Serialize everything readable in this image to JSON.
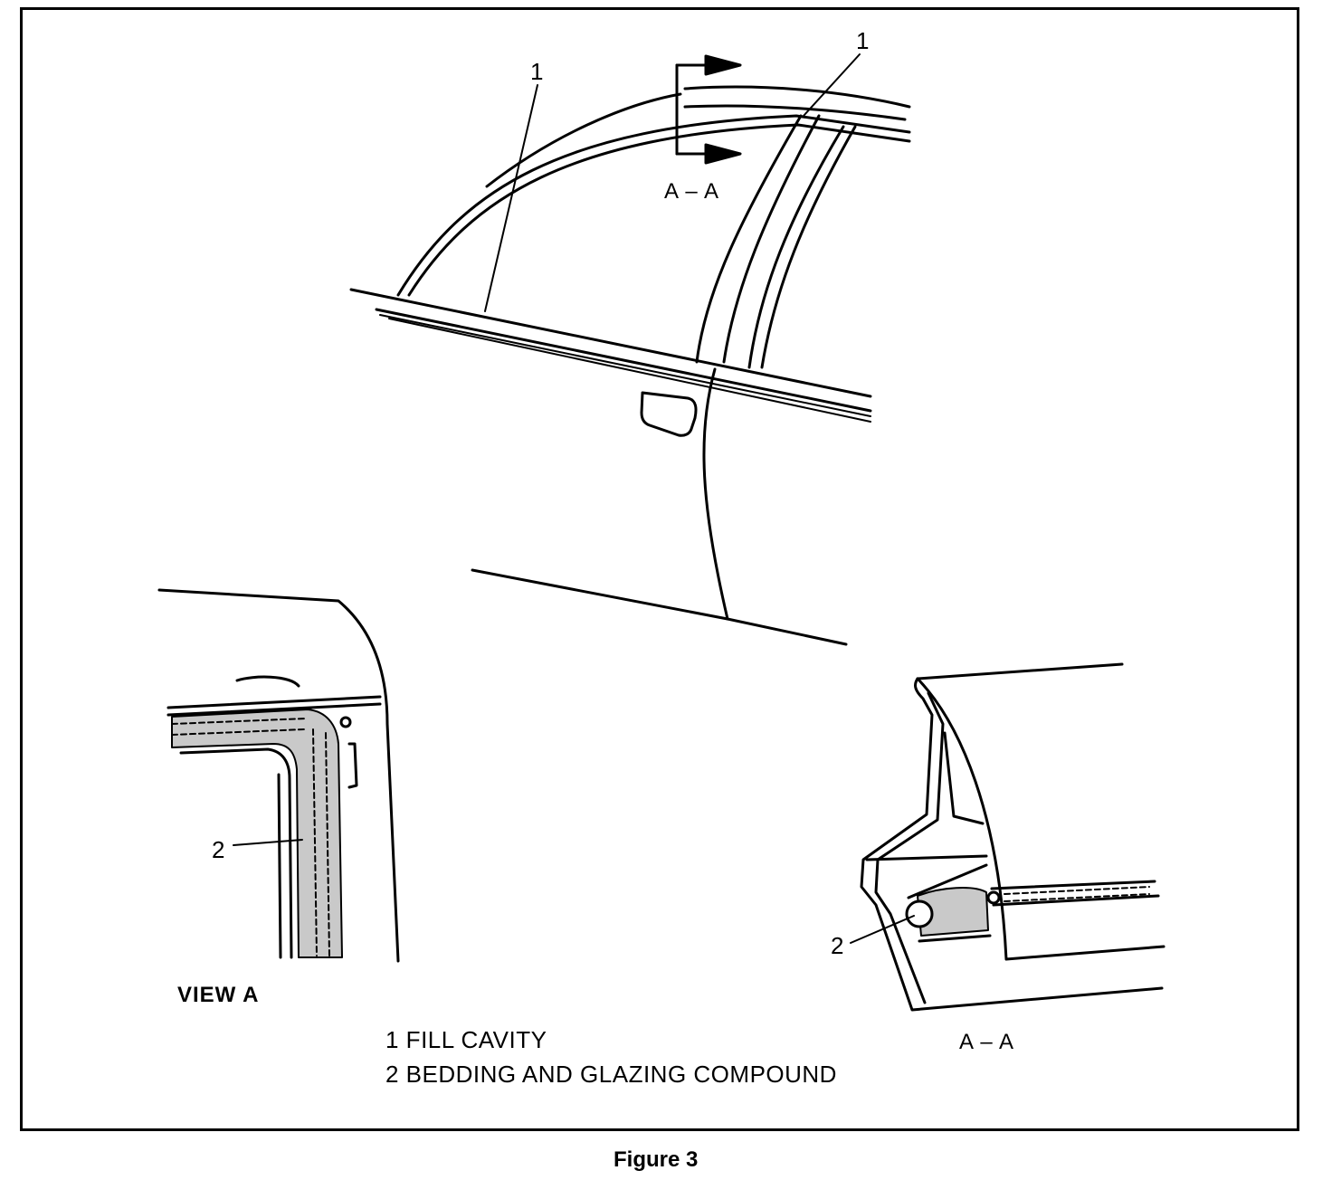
{
  "callouts": {
    "fill_cavity_left": "1",
    "fill_cavity_right": "1",
    "compound_view_a": "2",
    "compound_section": "2"
  },
  "section_marks": {
    "top": "A – A",
    "bottom": "A – A"
  },
  "view_label": "VIEW  A",
  "legend": {
    "item1": "1  FILL CAVITY",
    "item2": "2  BEDDING AND GLAZING COMPOUND"
  },
  "caption": "Figure 3"
}
